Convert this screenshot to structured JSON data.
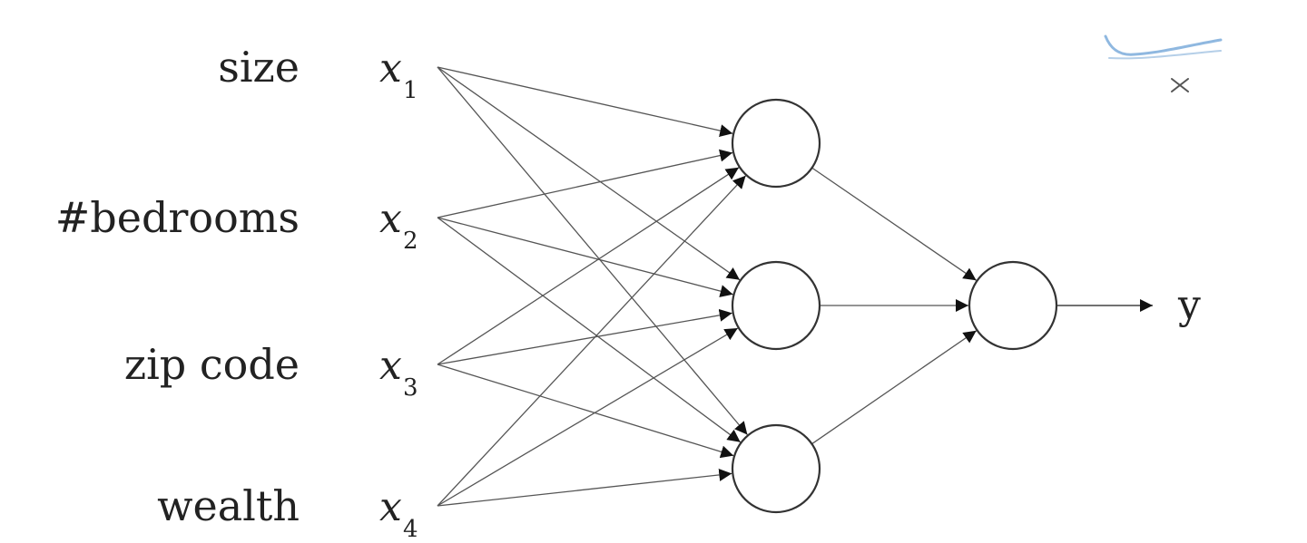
{
  "inputs": [
    {
      "feature": "size",
      "var": "x",
      "sub": "1"
    },
    {
      "feature": "#bedrooms",
      "var": "x",
      "sub": "2"
    },
    {
      "feature": "zip code",
      "var": "x",
      "sub": "3"
    },
    {
      "feature": "wealth",
      "var": "x",
      "sub": "4"
    }
  ],
  "hidden_count": 3,
  "output_label": "y",
  "colors": {
    "ink": "#222222",
    "edge": "#555555",
    "scribble": "#8fb8e0"
  }
}
